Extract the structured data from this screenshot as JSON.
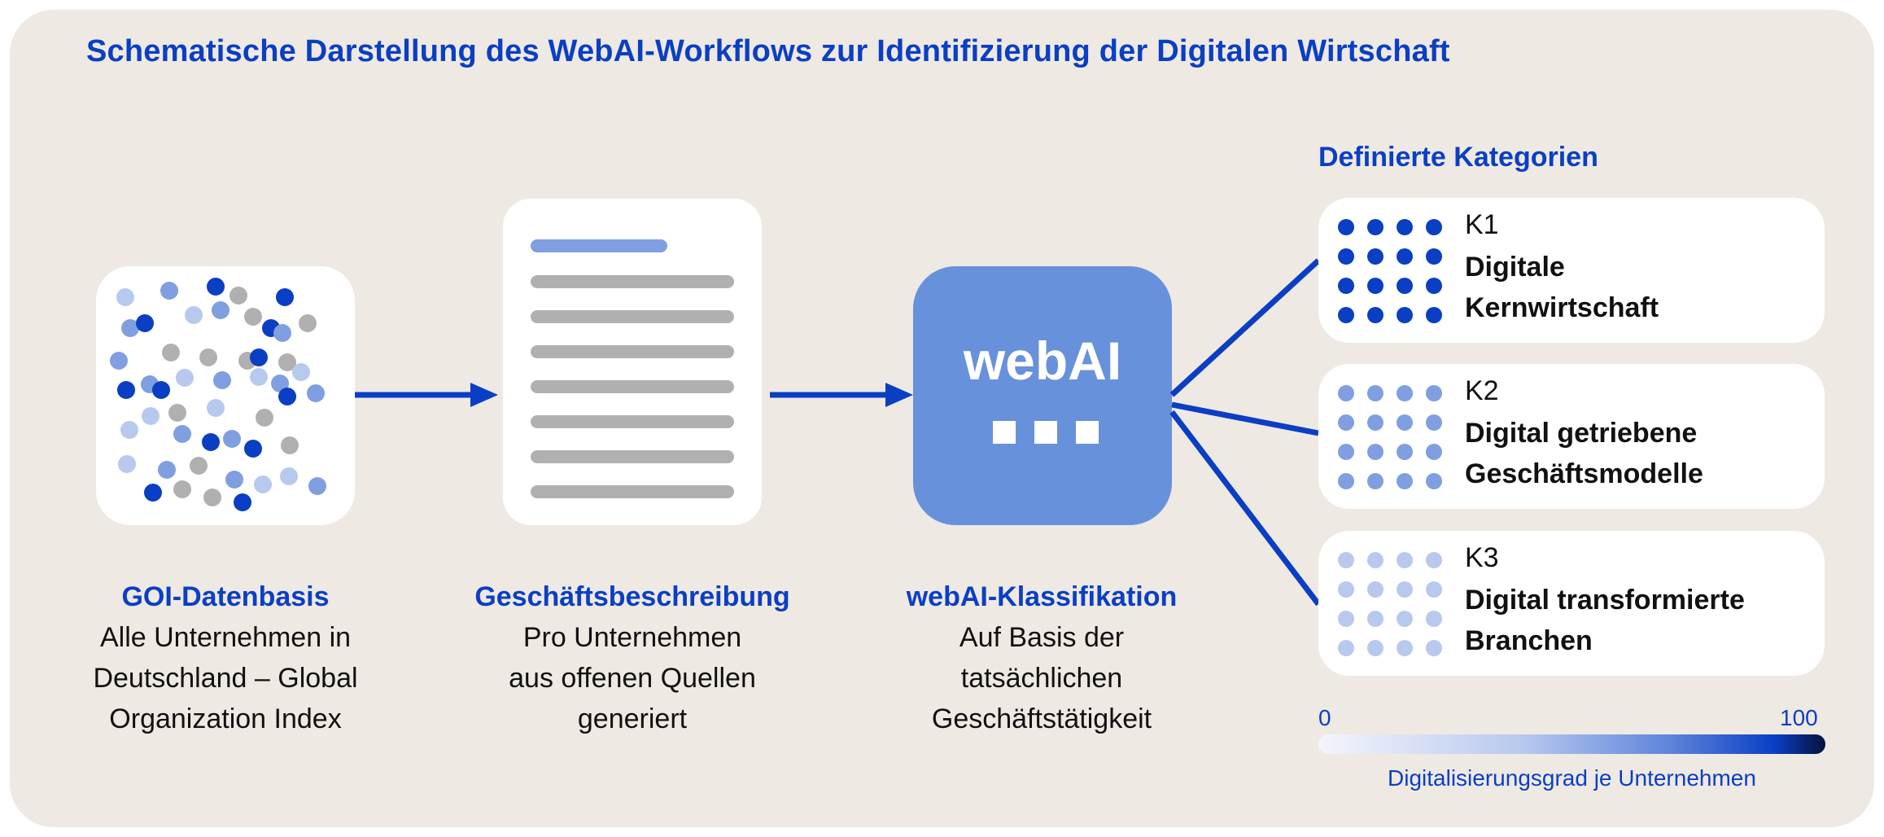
{
  "title": "Schematische Darstellung des WebAI-Workflows zur Identifizierung der Digitalen Wirtschaft",
  "colors": {
    "background": "#efe9e3",
    "accent": "#0a3fc4",
    "webai_box": "#6891db",
    "dot_dark": "#0a3fc4",
    "dot_mid": "#7f9fe0",
    "dot_light": "#b8c9ee",
    "dot_gray": "#b0b0b0"
  },
  "stages": [
    {
      "label": "GOI-Datenbasis",
      "lines": [
        "Alle Unternehmen in",
        "Deutschland – Global",
        "Organization Index"
      ]
    },
    {
      "label": "Geschäftsbeschreibung",
      "lines": [
        "Pro Unternehmen",
        "aus offenen Quellen",
        "generiert"
      ]
    },
    {
      "label": "webAI-Klassifikation",
      "lines": [
        "Auf Basis der",
        "tatsächlichen",
        "Geschäftstätigkeit"
      ]
    }
  ],
  "webai": {
    "text": "webAI"
  },
  "categories": {
    "heading": "Definierte Kategorien",
    "items": [
      {
        "code": "K1",
        "name_lines": [
          "Digitale",
          "Kernwirtschaft"
        ],
        "dot_color": "#0a3fc4"
      },
      {
        "code": "K2",
        "name_lines": [
          "Digital getriebene",
          "Geschäftsmodelle"
        ],
        "dot_color": "#7f9fe0"
      },
      {
        "code": "K3",
        "name_lines": [
          "Digital transformierte",
          "Branchen"
        ],
        "dot_color": "#b8c9ee"
      }
    ]
  },
  "scale": {
    "min": "0",
    "max": "100",
    "caption": "Digitalisierungsgrad je Unternehmen"
  }
}
